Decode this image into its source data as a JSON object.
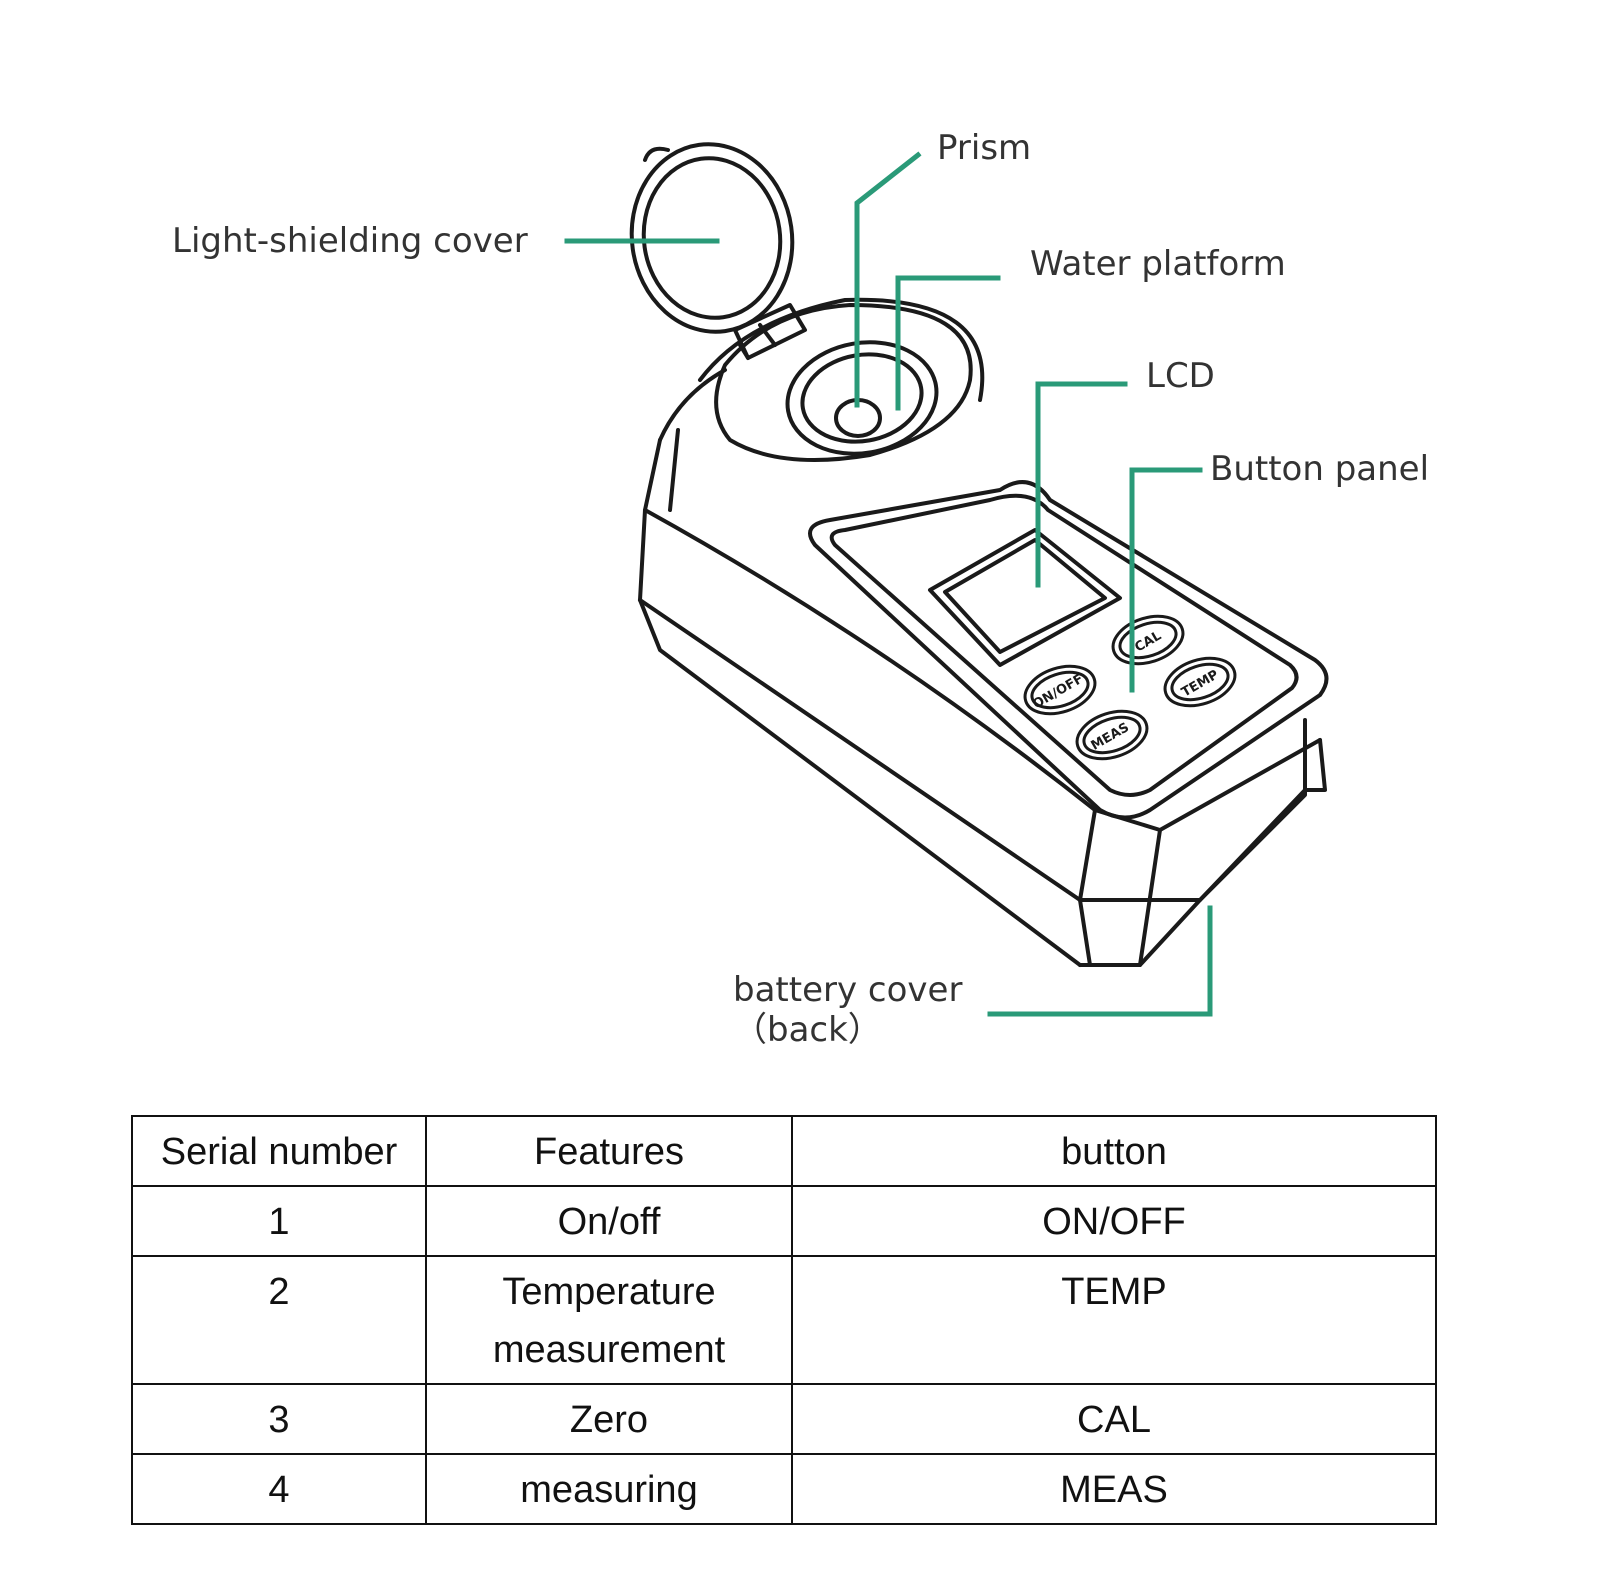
{
  "colors": {
    "leader": "#2a9a78",
    "outline": "#1a1a1a",
    "text": "#333333"
  },
  "callouts": {
    "light_shielding_cover": "Light-shielding cover",
    "prism": "Prism",
    "water_platform": "Water platform",
    "lcd": "LCD",
    "button_panel": "Button panel",
    "battery_cover": "battery cover\n（back）"
  },
  "device_buttons": {
    "cal": "CAL",
    "on_off": "ON/OFF",
    "temp": "TEMP",
    "meas": "MEAS"
  },
  "table": {
    "headers": [
      "Serial number",
      "Features",
      "button"
    ],
    "rows": [
      {
        "serial": "1",
        "feature": "On/off",
        "button": "ON/OFF"
      },
      {
        "serial": "2",
        "feature": "Temperature\nmeasurement",
        "button": "TEMP"
      },
      {
        "serial": "3",
        "feature": "Zero",
        "button": "CAL"
      },
      {
        "serial": "4",
        "feature": "measuring",
        "button": "MEAS"
      }
    ]
  }
}
